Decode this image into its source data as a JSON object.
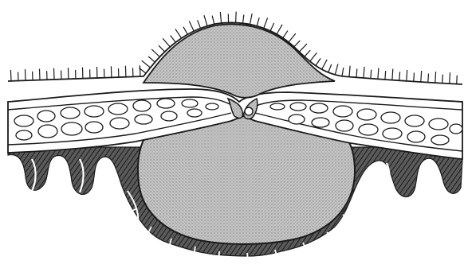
{
  "figure": {
    "colors": {
      "background": "#ffffff",
      "ink": "#1a1a1a",
      "stipple_fill": "#b9b9b9",
      "bone_fill": "#ffffff",
      "brain_hatch": "#3a3a3a"
    },
    "parts": [
      "scalp-surface-with-hairs",
      "external-swelling",
      "skull-bone-band-with-diploe",
      "bone-defect-canal",
      "internal-cyst-mass",
      "brain-gyri"
    ]
  }
}
